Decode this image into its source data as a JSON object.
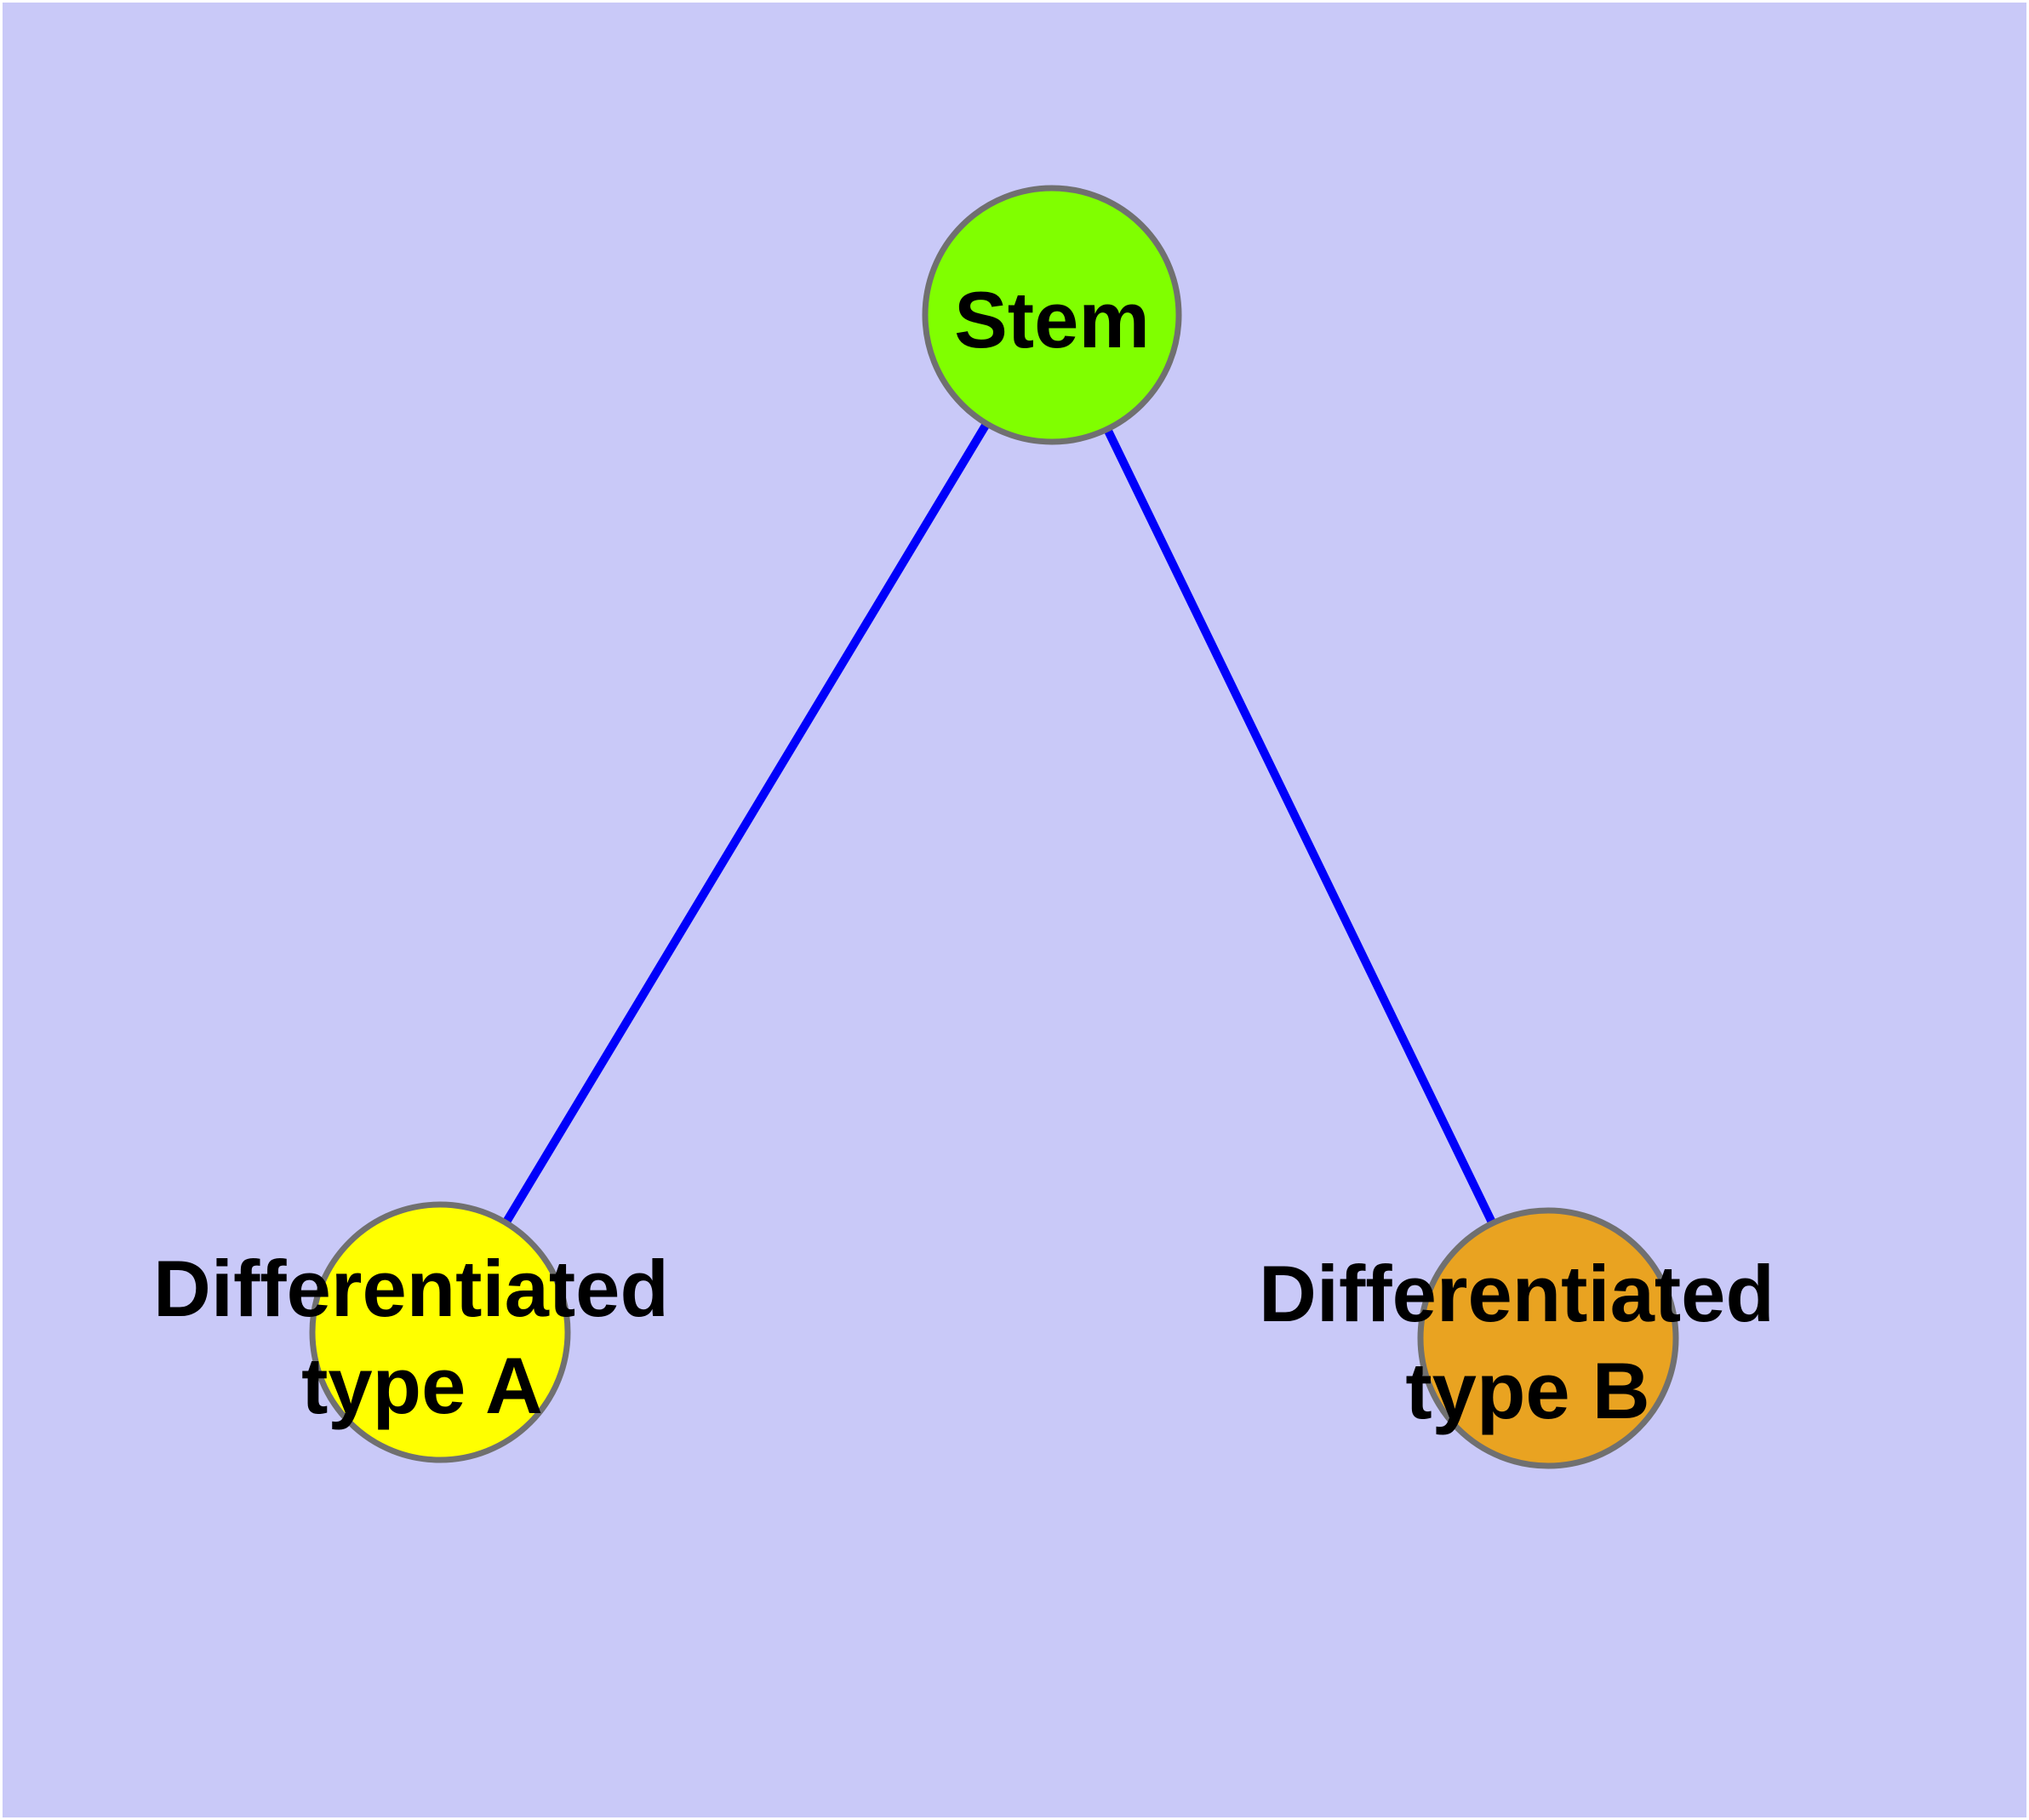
{
  "figure": {
    "description": "Stem cell differentiation graph diagram",
    "background_color": "#C9C9F8",
    "frame_color": "#FFFFFF",
    "edge_color": "#0000FA",
    "node_border_color": "#707070",
    "label_color": "#000000"
  },
  "nodes": {
    "stem": {
      "label": "Stem",
      "fill": "#80FF00"
    },
    "diff_a": {
      "label": "Differentiated type A",
      "line1": "Differentiated",
      "line2": "type A",
      "fill": "#FFFF00"
    },
    "diff_b": {
      "label": "Differentiated type B",
      "line1": "Differentiated",
      "line2": "type B",
      "fill": "#E9A321"
    }
  },
  "edges": [
    {
      "from": "Stem",
      "to": "Differentiated type A"
    },
    {
      "from": "Stem",
      "to": "Differentiated type B"
    }
  ]
}
